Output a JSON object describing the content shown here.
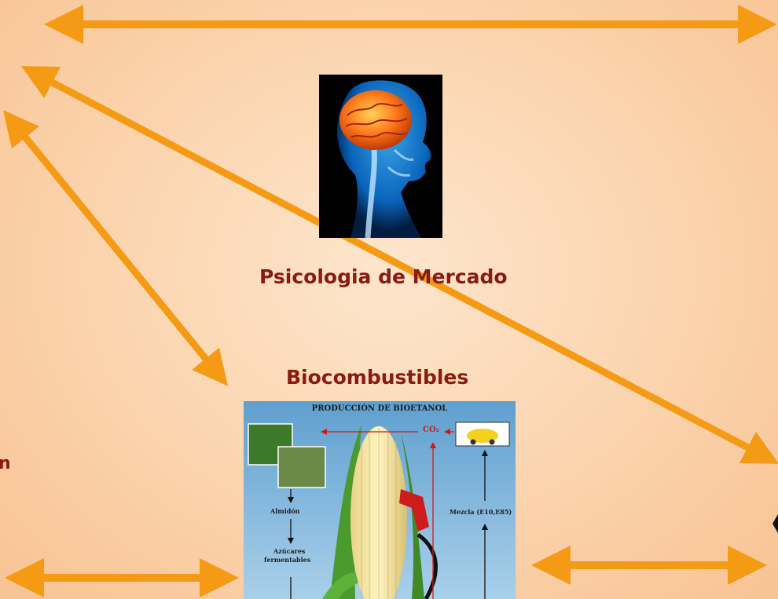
{
  "labels": {
    "psicologia": "Psicologia de Mercado",
    "biocombustibles": "Biocombustibles",
    "cut_text": "n"
  },
  "brain_image": {
    "icon": "human-brain-skeleton-icon"
  },
  "bioethanol_image": {
    "title": "PRODUCCIÓN DE BIOETANOL",
    "co2": "CO₂",
    "almidon": "Almidón",
    "mezcla": "Mezcla (E10,E85)",
    "azucares_1": "Azúcares",
    "azucares_2": "fermentables"
  },
  "colors": {
    "arrow": "#f59a14",
    "label_text": "#8b1a10",
    "background": "#fbd3ad"
  }
}
